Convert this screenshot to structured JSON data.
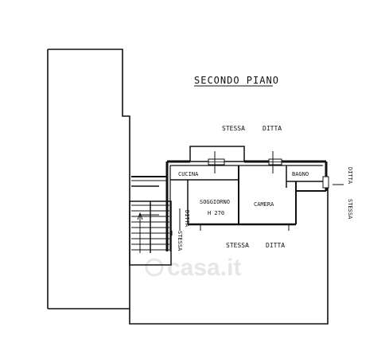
{
  "plan": {
    "title": "SECONDO PIANO",
    "labels": {
      "stessa_top": "STESSA",
      "ditta_top": "DITTA",
      "cucina": "CUCINA",
      "bagno": "BAGNO",
      "soggiorno": "SOGGIORNO",
      "soggiorno_height": "H 270",
      "camera": "CAMERA",
      "ditta_left": "DITTA",
      "stessa_left": "STESSA",
      "stessa_bottom": "STESSA",
      "ditta_bottom": "DITTA",
      "ditta_right": "DITTA",
      "stessa_right": "STESSA"
    },
    "watermark": "casa.it"
  },
  "colors": {
    "line": "#111111",
    "watermark": "#e6e6e6"
  }
}
